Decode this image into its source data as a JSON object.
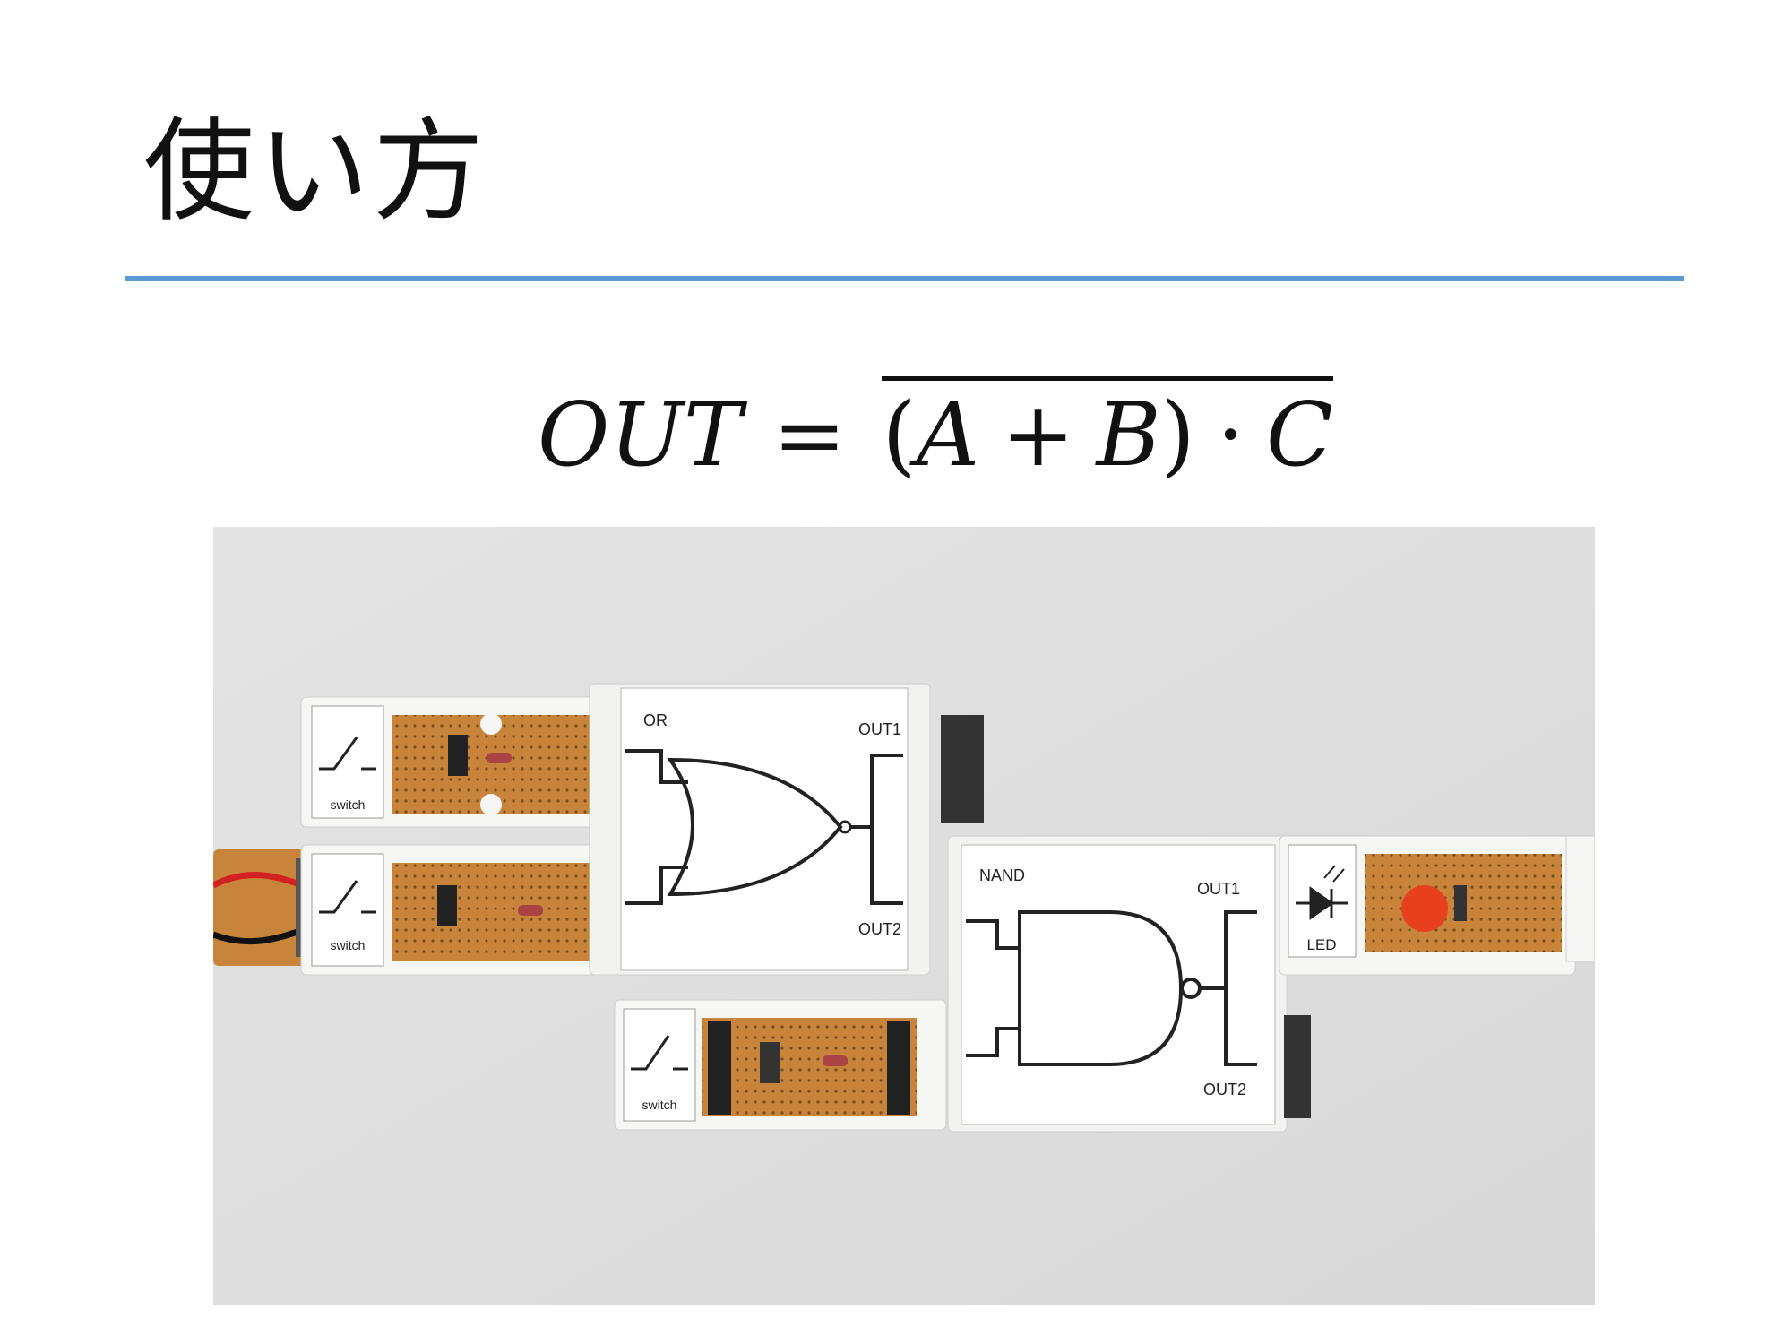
{
  "slide": {
    "title": "使い方"
  },
  "formula": {
    "lhs": "OUT",
    "equals": "=",
    "open_paren": "(",
    "a": "A",
    "plus": "+",
    "b": "B",
    "close_paren": ")",
    "dot": "·",
    "c": "C"
  },
  "photo": {
    "modules": {
      "switch1_label": "switch",
      "switch2_label": "switch",
      "switch3_label": "switch",
      "or_label": "OR",
      "or_out1": "OUT1",
      "or_out2": "OUT2",
      "nand_label": "NAND",
      "nand_out1": "OUT1",
      "nand_out2": "OUT2",
      "led_label": "LED"
    }
  },
  "colors": {
    "accent": "#5b9bd5",
    "board": "#c8843a",
    "led": "#e8401e"
  }
}
